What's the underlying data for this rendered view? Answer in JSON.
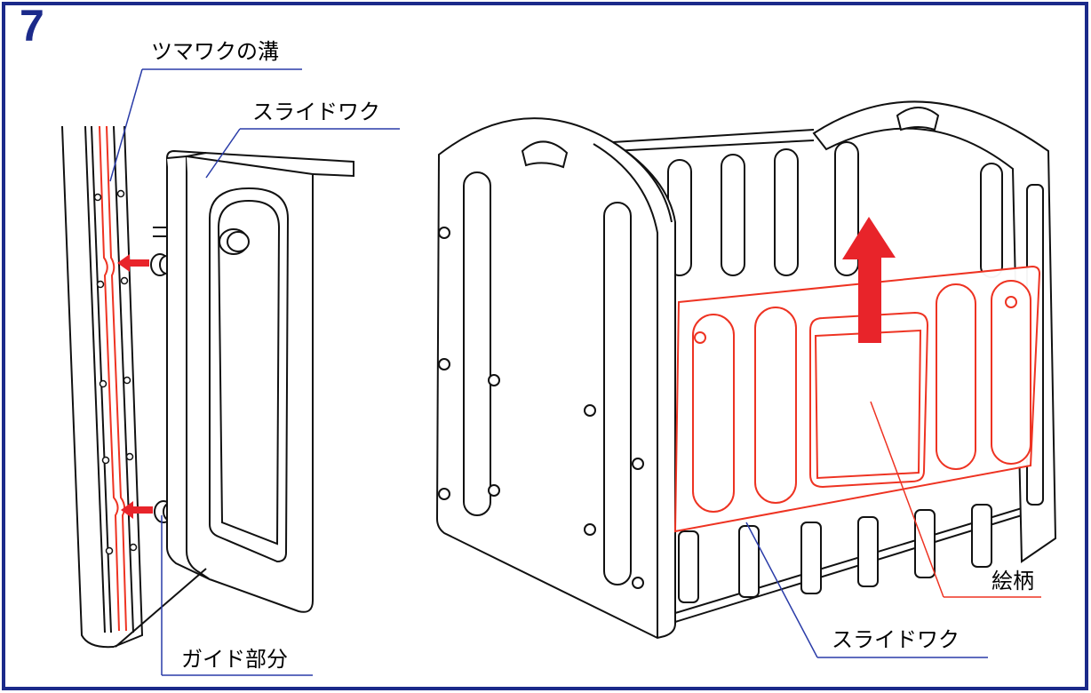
{
  "step": {
    "number": "7"
  },
  "labels": {
    "groove": "ツマワクの溝",
    "slide_frame_top": "スライドワク",
    "guide_part": "ガイド部分",
    "pattern": "絵柄",
    "slide_frame_bottom": "スライドワク"
  },
  "colors": {
    "frame_border": "#1b2a8a",
    "leader_line": "#2a3ca8",
    "highlight": "#ee3322",
    "arrow": "#e8242a",
    "line_art": "#111111"
  }
}
